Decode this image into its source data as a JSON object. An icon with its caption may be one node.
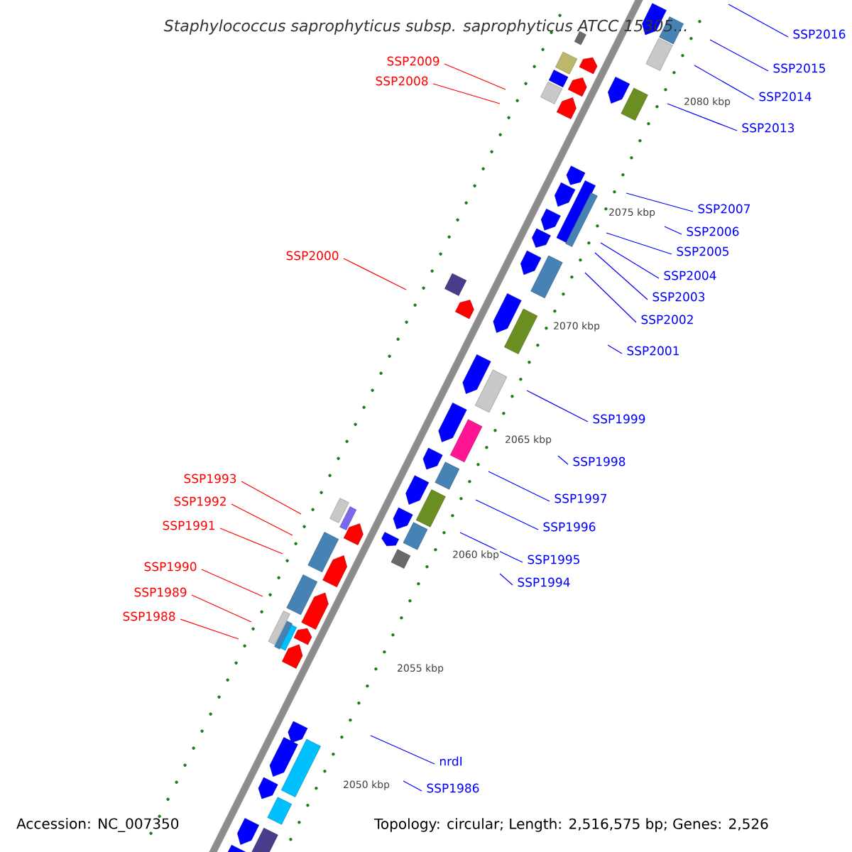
{
  "diagram": {
    "nodes": [
      {
        "text": [
          "SSP2016"
        ]
      },
      {
        "text": [
          "SSP2009"
        ]
      },
      {
        "text": [
          "SSP2015"
        ]
      },
      {
        "text": [
          "SSP2008"
        ]
      },
      {
        "text": [
          "SSP2014"
        ]
      },
      {
        "text": [
          "SSP2013"
        ]
      },
      {
        "text": [
          "SSP2007"
        ]
      },
      {
        "text": [
          "SSP2006"
        ]
      },
      {
        "text": [
          "SSP2005"
        ]
      },
      {
        "text": [
          "SSP2000"
        ]
      },
      {
        "text": [
          "SSP2004"
        ]
      },
      {
        "text": [
          "SSP2003"
        ]
      },
      {
        "text": [
          "SSP2002"
        ]
      },
      {
        "text": [
          "SSP2001"
        ]
      },
      {
        "text": [
          "SSP1999"
        ]
      },
      {
        "text": [
          "SSP1998"
        ]
      },
      {
        "text": [
          "SSP1993"
        ]
      },
      {
        "text": [
          "SSP1997"
        ]
      },
      {
        "text": [
          "SSP1992"
        ]
      },
      {
        "text": [
          "SSP1991"
        ]
      },
      {
        "text": [
          "SSP1996"
        ]
      },
      {
        "text": [
          "SSP1995"
        ]
      },
      {
        "text": [
          "SSP1990"
        ]
      },
      {
        "text": [
          "SSP1994"
        ]
      },
      {
        "text": [
          "SSP1989"
        ]
      },
      {
        "text": [
          "SSP1988"
        ]
      },
      {
        "text": [
          "nrdI"
        ]
      },
      {
        "text": [
          "SSP1986"
        ]
      }
    ],
    "edges": [
      {
        "from": 0,
        "to": null,
        "arrow": "none"
      },
      {
        "from": 1,
        "to": null,
        "arrow": "none",
        "color": "#ff0000"
      },
      {
        "from": 2,
        "to": null,
        "arrow": "none"
      },
      {
        "from": 3,
        "to": null,
        "arrow": "none",
        "color": "#ff0000"
      },
      {
        "from": 4,
        "to": null,
        "arrow": "none"
      },
      {
        "from": 5,
        "to": null,
        "arrow": "none"
      },
      {
        "from": 6,
        "to": null,
        "arrow": "none"
      },
      {
        "from": 7,
        "to": null,
        "arrow": "none"
      },
      {
        "from": 8,
        "to": null,
        "arrow": "none"
      },
      {
        "from": 9,
        "to": null,
        "arrow": "none",
        "color": "#ff0000"
      },
      {
        "from": 10,
        "to": null,
        "arrow": "none"
      },
      {
        "from": 11,
        "to": null,
        "arrow": "none"
      },
      {
        "from": 12,
        "to": null,
        "arrow": "none"
      },
      {
        "from": 13,
        "to": null,
        "arrow": "none"
      },
      {
        "from": 14,
        "to": null,
        "arrow": "none"
      },
      {
        "from": 15,
        "to": null,
        "arrow": "none"
      },
      {
        "from": 16,
        "to": null,
        "arrow": "none",
        "color": "#ff0000"
      },
      {
        "from": 17,
        "to": null,
        "arrow": "none"
      },
      {
        "from": 18,
        "to": null,
        "arrow": "none",
        "color": "#ff0000"
      },
      {
        "from": 19,
        "to": null,
        "arrow": "none",
        "color": "#ff0000"
      },
      {
        "from": 20,
        "to": null,
        "arrow": "none"
      },
      {
        "from": 21,
        "to": null,
        "arrow": "none"
      },
      {
        "from": 22,
        "to": null,
        "arrow": "none",
        "color": "#ff0000"
      },
      {
        "from": 23,
        "to": null,
        "arrow": "none"
      },
      {
        "from": 24,
        "to": null,
        "arrow": "none",
        "color": "#ff0000"
      },
      {
        "from": 25,
        "to": null,
        "arrow": "none",
        "color": "#ff0000"
      },
      {
        "from": 26,
        "to": null,
        "arrow": "none"
      },
      {
        "from": 27,
        "to": null,
        "arrow": "none"
      }
    ],
    "labels": [
      "Staphylococcus saprophyticus subsp. saprophyticus ATCC 15305...",
      "2080 kbp",
      "2075 kbp",
      "2070 kbp",
      "2065 kbp",
      "2060 kbp",
      "2055 kbp",
      "2050 kbp",
      "Accession: NC_007350",
      "Topology: circular; Length: 2,516,575 bp; Genes: 2,526"
    ]
  }
}
